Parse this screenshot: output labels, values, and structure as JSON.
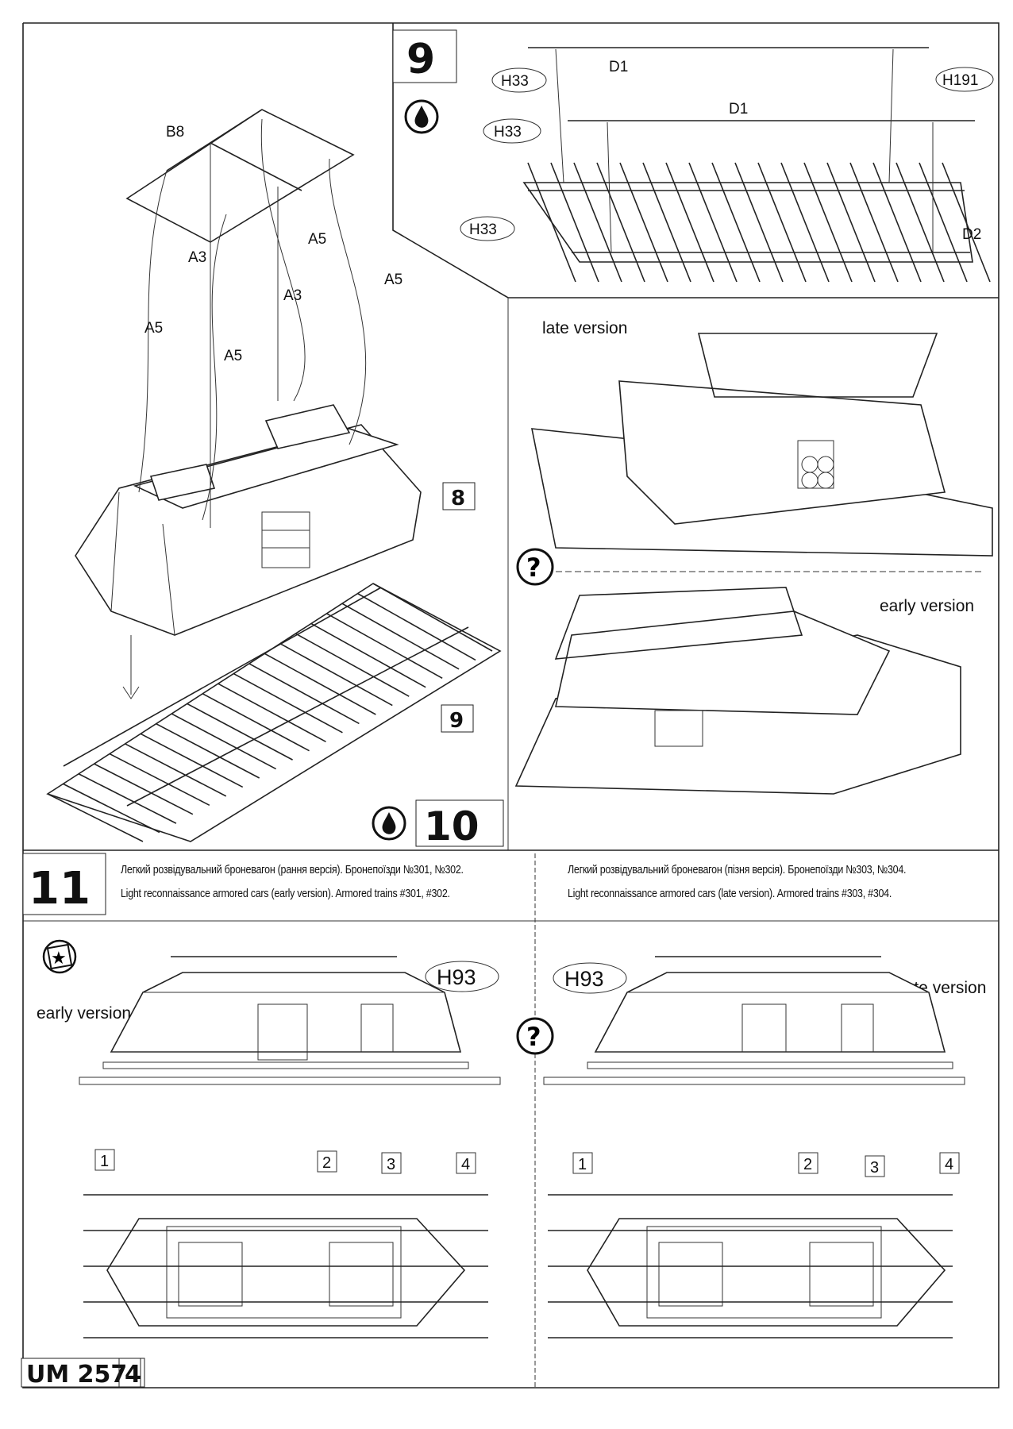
{
  "steps": {
    "step8": "8",
    "step9": "9",
    "step9_small": "9",
    "step10": "10",
    "step11": "11"
  },
  "step10_parts": {
    "b8": "B8",
    "a3_1": "A3",
    "a3_2": "A3",
    "a5_1": "A5",
    "a5_2": "A5",
    "a5_3": "A5",
    "a5_4": "A5"
  },
  "step9_parts": {
    "h33_1": "H33",
    "h33_2": "H33",
    "h33_3": "H33",
    "h191": "H191",
    "d1_1": "D1",
    "d1_2": "D1",
    "d2": "D2"
  },
  "versions": {
    "late_top": "late version",
    "early_top": "early version",
    "early_bottom": "early version",
    "late_bottom": "late version"
  },
  "step11": {
    "left_caption_ua": "Легкий розвідувальний броневагон (рання версія). Бронепоїзди №301, №302.",
    "left_caption_en": "Light reconnaissance armored cars (early version). Armored trains #301, #302.",
    "right_caption_ua": "Легкий розвідувальний броневагон (пізня версія). Бронепоїзди №303, №304.",
    "right_caption_en": "Light reconnaissance armored cars (late version). Armored trains #303, #304.",
    "h93_left": "H93",
    "h93_right": "H93",
    "markers_left": [
      "1",
      "2",
      "3",
      "4"
    ],
    "markers_right": [
      "1",
      "2",
      "3",
      "4"
    ]
  },
  "icons": {
    "glue": "glue-drop-icon",
    "optional": "question-icon",
    "decal": "star-decal-icon"
  },
  "footer": {
    "code": "UM 257",
    "page": "4"
  }
}
